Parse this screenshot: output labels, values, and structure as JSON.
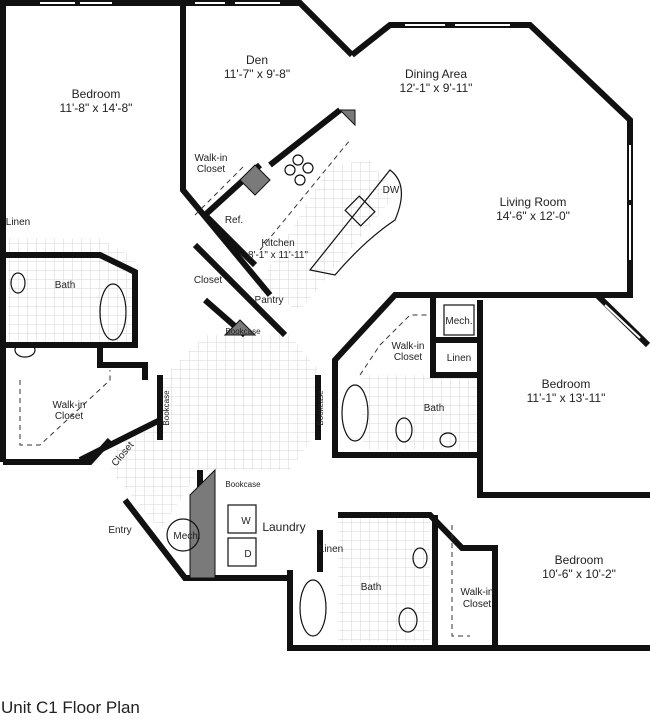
{
  "title": "Unit C1 Floor Plan",
  "colors": {
    "wall": "#111111",
    "tile_grid": "#d6d6d6",
    "shaded": "#7a7a7a",
    "background": "#ffffff"
  },
  "rooms": {
    "bedroom_1": {
      "name": "Bedroom",
      "size": "11'-8\" x 14'-8\""
    },
    "den": {
      "name": "Den",
      "size": "11'-7\" x 9'-8\""
    },
    "dining": {
      "name": "Dining Area",
      "size": "12'-1\" x 9'-11\""
    },
    "living": {
      "name": "Living Room",
      "size": "14'-6\" x 12'-0\""
    },
    "kitchen": {
      "name": "Kitchen",
      "size": "8'-1\" x 11'-11\""
    },
    "bedroom_2": {
      "name": "Bedroom",
      "size": "11'-1\" x 13'-11\""
    },
    "bedroom_3": {
      "name": "Bedroom",
      "size": "10'-6\" x 10'-2\""
    }
  },
  "labels": {
    "den_walkin": [
      "Walk-in",
      "Closet"
    ],
    "ref": "Ref.",
    "dw": "DW",
    "closet_hall": "Closet",
    "pantry": "Pantry",
    "bookcase_top": "Bookcase",
    "linen_left": "Linen",
    "bath_left": "Bath",
    "walkin_left": [
      "Walk-in",
      "Closet"
    ],
    "bookcase_left": "Bookcase",
    "bookcase_right": "Bookcase",
    "closet_entry": "Closet",
    "bookcase_bottom": "Bookcase",
    "entry": "Entry",
    "mech_entry": "Mech.",
    "washer": "W",
    "dryer": "D",
    "laundry": "Laundry",
    "mech_right": "Mech.",
    "walkin_right": [
      "Walk-in",
      "Closet"
    ],
    "linen_right": "Linen",
    "bath_right": "Bath",
    "linen_bottom": "Linen",
    "bath_bottom": "Bath",
    "walkin_bottom": [
      "Walk-in",
      "Closet"
    ]
  }
}
